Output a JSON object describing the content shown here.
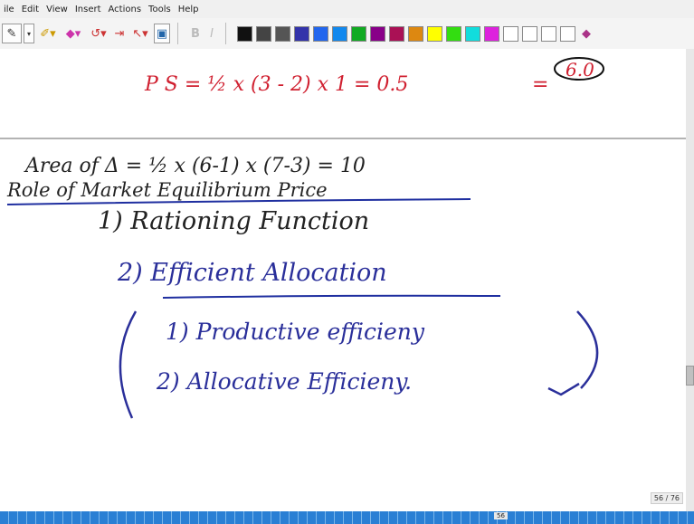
{
  "menu": [
    "ile",
    "Edit",
    "View",
    "Insert",
    "Actions",
    "Tools",
    "Help"
  ],
  "toolbar": {
    "bold": "B",
    "italic": "I",
    "colors": [
      "#111111",
      "#444444",
      "#555555",
      "#3333aa",
      "#2266ee",
      "#1188ee",
      "#11aa22",
      "#880088",
      "#aa1155",
      "#dd8811",
      "#ffff00",
      "#33dd11",
      "#11dddd",
      "#dd22dd",
      "#ffffff",
      "#ffffff",
      "#ffffff",
      "#ffffff"
    ]
  },
  "notes": {
    "ps_line": "P S =  ½ x (3 - 2) x 1 = 0.5",
    "eq": "=",
    "circled": "6.0",
    "area_line": "Area of Δ  =  ½ x (6-1) x (7-3)  =  10",
    "heading": "Role of Market Equilibrium Price",
    "item1": "1)  Rationing Function",
    "item2": "2)  Efficient Allocation",
    "sub1": "1)  Productive efficieny",
    "sub2": "2) Allocative Efficieny."
  },
  "status": {
    "page_indicator": "56 / 76",
    "page_number": "56"
  }
}
